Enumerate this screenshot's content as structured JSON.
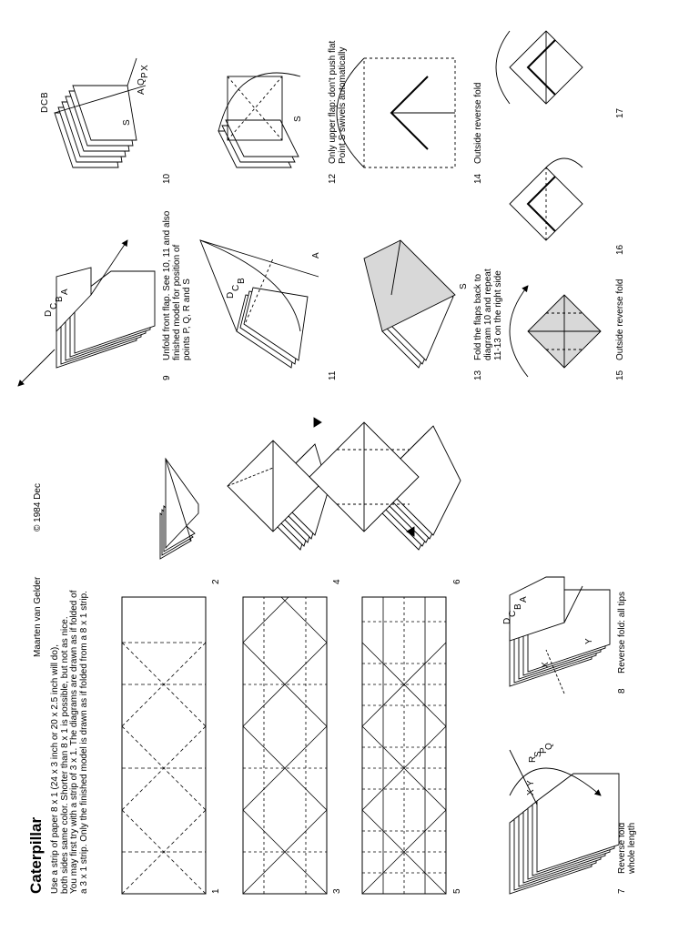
{
  "title": "Caterpillar",
  "author": "Maarten van Gelder",
  "date": "1984 Dec",
  "copyright_symbol": "©",
  "intro": [
    "Use a strip of paper 8 x 1 (24 x 3 inch or 20 x 2.5 inch will do),",
    "both sides same color. Shorter than 8 x 1 is possible, but not as nice.",
    "You may first try with a strip of 3 x 1. The diagrams are drawn as if folded of",
    "a 3 x 1 strip. Only the finished model is drawn as if folded from a 8 x 1 strip."
  ],
  "steps": [
    {
      "n": "1",
      "lines": [
        ""
      ]
    },
    {
      "n": "2",
      "lines": [
        ""
      ]
    },
    {
      "n": "3",
      "lines": [
        ""
      ]
    },
    {
      "n": "4",
      "lines": [
        ""
      ]
    },
    {
      "n": "5",
      "lines": [
        ""
      ]
    },
    {
      "n": "6",
      "lines": [
        ""
      ]
    },
    {
      "n": "7",
      "lines": [
        "Reverse fold",
        "whole length"
      ]
    },
    {
      "n": "8",
      "lines": [
        "Reverse fold: all tips"
      ]
    },
    {
      "n": "9",
      "lines": [
        "Unfold front flap. See 10, 11 and also",
        "finished model for position of",
        "points P, Q, R and S"
      ]
    },
    {
      "n": "10",
      "lines": [
        ""
      ]
    },
    {
      "n": "11",
      "lines": [
        ""
      ]
    },
    {
      "n": "12",
      "lines": [
        "Only upper flap: don't push flat",
        "Point S swivels automatically"
      ]
    },
    {
      "n": "13",
      "lines": [
        "Fold the flaps back to",
        "diagram 10 and repeat",
        "11-13 on the right side"
      ]
    },
    {
      "n": "14",
      "lines": [
        "Outside reverse fold"
      ]
    },
    {
      "n": "15",
      "lines": [
        "Outside reverse fold"
      ]
    },
    {
      "n": "16",
      "lines": [
        ""
      ]
    },
    {
      "n": "17",
      "lines": [
        ""
      ]
    }
  ],
  "point_labels": {
    "a": "A",
    "b": "B",
    "c": "C",
    "d": "D",
    "p": "P",
    "q": "Q",
    "r": "R",
    "s": "S",
    "x": "X",
    "y": "Y"
  },
  "colors": {
    "ink": "#000000",
    "shade": "#d8d8d8",
    "paper": "#ffffff"
  }
}
